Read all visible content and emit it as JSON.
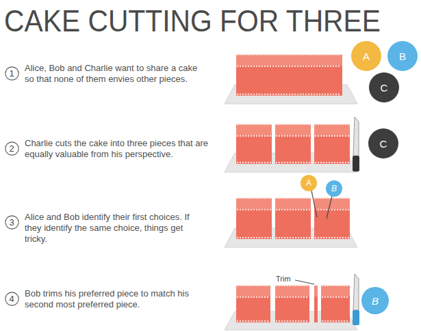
{
  "diagram": {
    "title": "CAKE CUTTING FOR THREE",
    "nodes": [
      {
        "text": [
          "1"
        ]
      },
      {
        "text": [
          "A"
        ]
      },
      {
        "text": [
          "B"
        ]
      },
      {
        "text": [
          "C"
        ]
      },
      {
        "text": [
          "2"
        ]
      },
      {
        "text": [
          "C"
        ]
      },
      {
        "text": [
          "3"
        ]
      },
      {
        "text": [
          "A"
        ]
      },
      {
        "text": [
          "B"
        ]
      },
      {
        "text": [
          "4"
        ]
      },
      {
        "text": [
          "B"
        ]
      }
    ],
    "labels": [
      "Alice, Bob and Charlie want to share a cake so that none of them envies other pieces.",
      "Charlie cuts the cake into three pieces that are equally valuable from his perspective.",
      "Alice and Bob identify their first choices. If they identify the same choice, things get tricky.",
      "Trim",
      "Bob trims his preferred piece to match his second most preferred piece."
    ]
  }
}
